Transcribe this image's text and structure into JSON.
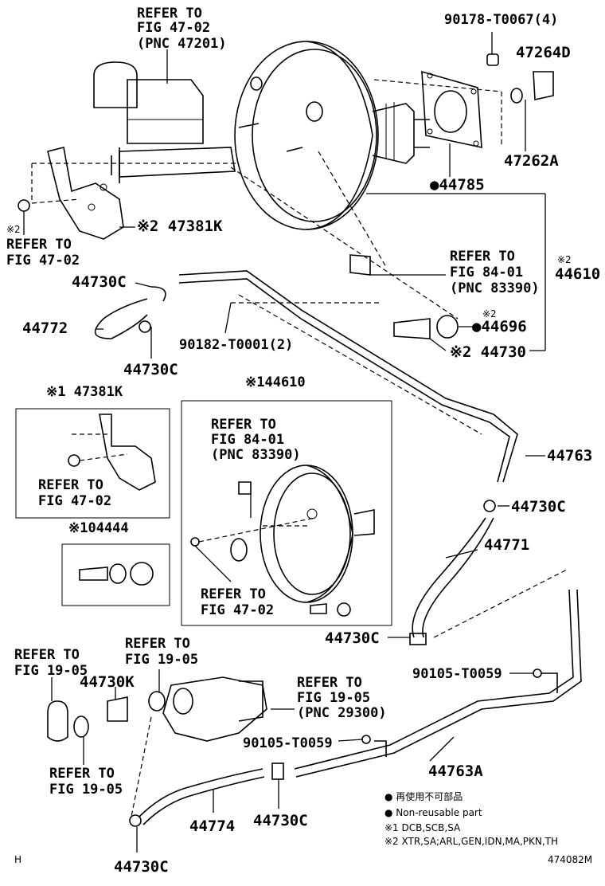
{
  "labels": {
    "refer_4702_top": [
      "REFER TO",
      "FIG 47-02",
      "(PNC 47201)"
    ],
    "p90178": "90178-T0067(4)",
    "p47264D": "47264D",
    "p47262A": "47262A",
    "p44785": "●44785",
    "mark2_a": "※2",
    "refer_4702_left": [
      "REFER TO",
      "FIG 47-02"
    ],
    "p47381K": "※2 47381K",
    "refer_8401_right": [
      "REFER TO",
      "FIG 84-01",
      "(PNC 83390)"
    ],
    "mark2_b": "※2",
    "p44610": "44610",
    "p44730C_1": "44730C",
    "p44772": "44772",
    "p90182": "90182-T0001(2)",
    "mark2_c": "※2",
    "p44696": "●44696",
    "p44730_2": "※2 44730",
    "p44730C_2": "44730C",
    "box1_title": "※1 47381K",
    "box1_refer": [
      "REFER TO",
      "FIG 47-02"
    ],
    "box2_title": "※144610",
    "box2_refer_8401": [
      "REFER TO",
      "FIG 84-01",
      "(PNC 83390)"
    ],
    "box2_refer_4702": [
      "REFER TO",
      "FIG 47-02"
    ],
    "box3_title": "※104444",
    "p44763": "44763",
    "p44730C_3": "44730C",
    "p44771": "44771",
    "p44730C_4": "44730C",
    "refer_1905_a": [
      "REFER TO",
      "FIG 19-05"
    ],
    "refer_1905_b": [
      "REFER TO",
      "FIG 19-05"
    ],
    "p44730K": "44730K",
    "refer_1905_pnc": [
      "REFER TO",
      "FIG 19-05",
      "(PNC 29300)"
    ],
    "p90105_a": "90105-T0059",
    "p90105_b": "90105-T0059",
    "p44763A": "44763A",
    "refer_1905_c": [
      "REFER TO",
      "FIG 19-05"
    ],
    "p44774": "44774",
    "p44730C_5": "44730C",
    "p44730C_6": "44730C"
  },
  "legend": {
    "line1": "● 再使用不可部品",
    "line2": "● Non-reusable part",
    "line3": "※1 DCB,SCB,SA",
    "line4": "※2 XTR,SA;ARL,GEN,IDN,MA,PKN,TH"
  },
  "footer": {
    "left": "H",
    "right": "474082M"
  }
}
